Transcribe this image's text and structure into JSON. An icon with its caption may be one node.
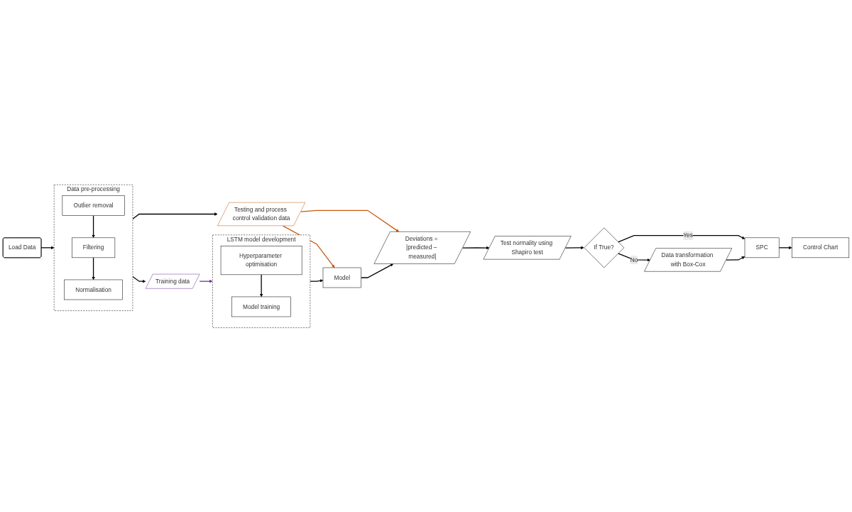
{
  "diagram": {
    "nodes": [
      {
        "text": [
          "Load Data"
        ]
      },
      {
        "text": [
          "Data pre-processing"
        ]
      },
      {
        "text": [
          "Outlier removal"
        ],
        "in": 1
      },
      {
        "text": [
          "Filtering"
        ],
        "in": 1
      },
      {
        "text": [
          "Normalisation"
        ],
        "in": 1
      },
      {
        "text": [
          "Training data"
        ]
      },
      {
        "text": [
          "Testing and process control validation data"
        ]
      },
      {
        "text": [
          "LSTM model development"
        ]
      },
      {
        "text": [
          "Hyperparameter optimisation"
        ],
        "in": 7
      },
      {
        "text": [
          "Model training"
        ],
        "in": 7
      },
      {
        "text": [
          "Model"
        ]
      },
      {
        "text": [
          "Deviations = |predicted – measured|"
        ]
      },
      {
        "text": [
          "Test normality using Shapiro test"
        ]
      },
      {
        "text": [
          "If True?"
        ]
      },
      {
        "text": [
          "SPC"
        ]
      },
      {
        "text": [
          "Data transformation with Box-Cox"
        ]
      },
      {
        "text": [
          "Control Chart"
        ]
      }
    ],
    "edges": [
      {
        "from": 0,
        "to": 1,
        "arrow": "to"
      },
      {
        "from": 2,
        "to": 3,
        "arrow": "to"
      },
      {
        "from": 3,
        "to": 4,
        "arrow": "to"
      },
      {
        "from": 1,
        "to": 5,
        "arrow": "to"
      },
      {
        "from": 1,
        "to": 6,
        "arrow": "to"
      },
      {
        "from": 5,
        "to": 7,
        "arrow": "to",
        "color": "#7030a0"
      },
      {
        "from": 8,
        "to": 9,
        "arrow": "to"
      },
      {
        "from": 6,
        "to": 10,
        "arrow": "to",
        "color": "#c55a11"
      },
      {
        "from": 6,
        "to": 11,
        "arrow": "to",
        "color": "#c55a11"
      },
      {
        "from": 7,
        "to": 10,
        "arrow": "to"
      },
      {
        "from": 10,
        "to": 11,
        "arrow": "to"
      },
      {
        "from": 11,
        "to": 12,
        "arrow": "to"
      },
      {
        "from": 12,
        "to": 13,
        "arrow": "to"
      },
      {
        "from": 13,
        "to": 14,
        "arrow": "to",
        "label": "Yes"
      },
      {
        "from": 13,
        "to": 15,
        "arrow": "to",
        "label": "No"
      },
      {
        "from": 15,
        "to": 14,
        "arrow": "to"
      },
      {
        "from": 14,
        "to": 16,
        "arrow": "to"
      }
    ]
  }
}
